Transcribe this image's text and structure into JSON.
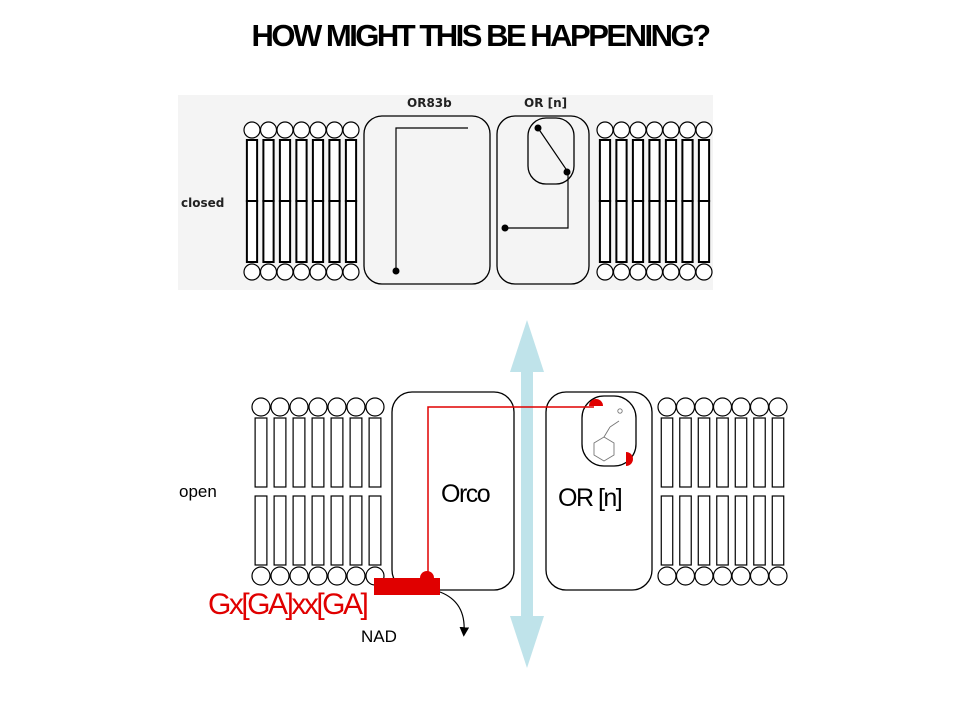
{
  "title": "HOW MIGHT THIS BE HAPPENING?",
  "top_panel": {
    "state_label": "closed",
    "channel_left_label": "OR83b",
    "channel_right_label": "OR [n]"
  },
  "bottom_panel": {
    "state_label": "open",
    "channel_left_label": "Orco",
    "channel_right_label": "OR [n]",
    "motif_label": "Gx[GA]xx[GA]",
    "cofactor_label": "NAD"
  },
  "colors": {
    "highlight": "#e00000",
    "arrow": "#bfe3ea",
    "line": "#000000"
  }
}
